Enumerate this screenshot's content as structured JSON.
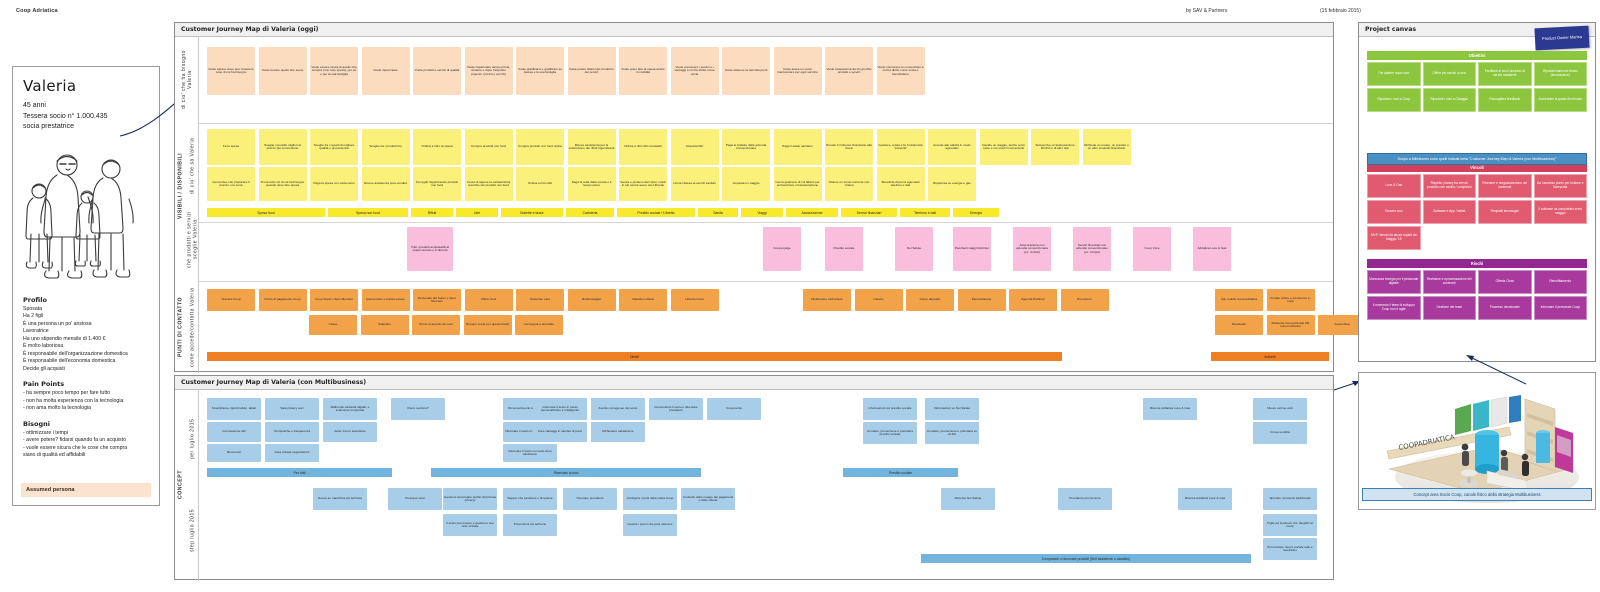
{
  "header": {
    "brand": "Coop Adriatica",
    "credit": "by SAV & Partners",
    "date": "(15 febbraio 2015)"
  },
  "persona": {
    "name": "Valeria",
    "age": "45 anni",
    "member_id": "Tessera socio n° 1.000.435",
    "role": "socia prestatrice",
    "profile_title": "Profilo",
    "profile_lines": [
      "Sposata",
      "Ha 2 figli",
      "È una persona un po' ansiosa",
      "Lavoratrice",
      "Ha uno stipendio mensile di 1.400 €",
      "È molto laboriosa",
      "È responsabile dell'organizzazione domestica",
      "È responsabile dell'economia domestica",
      "Decide gli acquisti"
    ],
    "pain_title": "Pain Points",
    "pain_lines": [
      "- ha sempre poco tempo per fare tutto",
      "- non ha molta esperienza con la tecnologia",
      "- non ama molto la tecnologia"
    ],
    "needs_title": "Bisogni",
    "needs_lines": [
      "- ottimizzare i tempi",
      "- avere potere? fidarsi quando fa un acquisto",
      "- vuole essere sicura che le cose che compra",
      "  siano di qualità ed affidabili"
    ],
    "footer": "Assumed persona"
  },
  "map_today": {
    "title": "Customer Journey Map di Valeria (oggi)",
    "lane_labels": {
      "needs": "di cio' che ha bisogno Valeria",
      "visible_group": "VISIBILI / DISPONIBILI",
      "visible_a": "di cio' che sa Valeria",
      "visible_b": "che prodotti e servizi sceglie Valeria",
      "touchpoints": "PUNTI DI CONTATTO",
      "touchpoints_sub": "come accede/contatta Valeria"
    },
    "needs_notes": [
      "Vuole sapere dove può trovare le cose di cui ha bisogno",
      "Vuole trovare quello che serve",
      "Vuole essere sicura di quello che compra (non solo spesa), per sé e per la sua famiglia",
      "Vuole risparmiare",
      "Vuole prodotti e servizi di qualità",
      "Vuole risparmiare tempo prima, durante e dopo l'acquisto (spesso i prezzi e servizi)",
      "Vuole gratificarsi e gratificare sé stessa e la sua famiglia",
      "Vuole potere fidarsi dei prodotti e dei servizi",
      "Vuole poter fare la spesa anche in mobilità",
      "Vuole conoscere i servizi e i vantaggi a cui ha diritto come socia",
      "Vuole ottenere la raccolta punti",
      "Vuole avere un unico interlocutore per ogni servizio",
      "Vuole trasparenza da chi gli offre prodotti e servizi",
      "Vuole conoscere le convenzioni a cui ha diritto come socia e beneficiarne"
    ],
    "visible_rows": [
      [
        "Fa la spesa",
        "Sceglie i prodotti migliori al prezzo più conveniente",
        "Sceglie tra i reparti di migliore qualità e provenienza",
        "Sceglie tra i prodotti bio",
        "Ordina a ritiro la spesa",
        "Compra prodotti non food",
        "Compra prodotti non food online",
        "Riceve assistenza per la sostituzione dei rifiuti ingombranti",
        "Ordina a ritiro libri scolastici",
        "Acquista libri",
        "Paga le bollette della azienda convenzionata",
        "Paga il totale sanitario",
        "Prende il rimborso finanziario alla Coop",
        "Gestisce, tutela e fa l'ortodonzia \"presenti\"",
        "Accede alle attività in modo agevolato",
        "Decide un viaggio, anche a più mete e con prezzi convenienti",
        "Sottoscrive un'assicurazione RC/CA e di altro tipo",
        "Richiede un mutuo, un prestito o un altro prodotto finanziario"
      ],
      [
        "Cerca idee che preparare il pranzo o la cena",
        "Trova tutto ciò di cui ha bisogno quando deve fare spesa",
        "Paga la spesa con carta socio",
        "Riceve assistenza post-vendita",
        "Fa regali risparmiando prodotti non food",
        "Cerca di sapere la caratteristica tecniche dei prodotti non food",
        "Ordina a ritiro libri",
        "Paga la retta della scuola e il tempo pieno",
        "Senza e prelievo dal conto i soldi in più senza avere via il libretto",
        "Limita l'attesa ai servizi sanitari",
        "Acquista un viaggio",
        "Cerca qualcuno di cui fidarsi per sottoscrivere un'assicurazione",
        "Ottiene un conto corrente con Unipol",
        "Beneficia di premi agevolati telefono e dati",
        "Risparmia su energia e gas"
      ]
    ],
    "category_bars": [
      "Spesa food",
      "Spesa non food",
      "Rifiuti",
      "Libri",
      "Bollette e tasse",
      "Cartoleria",
      "Prestito sociale / Libretto",
      "Sanità",
      "Viaggi",
      "Assicurazione",
      "Servizi finanziari",
      "Telefono e dati",
      "Energia"
    ],
    "pink_notes": [
      "Tutti i prodotti acquistabili al supermercato e in libreria",
      "Coopvoyage",
      "Prestito sociale",
      "Noi Salute",
      "Pacchetti viaggi Robintur",
      "Assicurazione con azienda convenzionata (es. Unisar)",
      "Servizi finanziari con aziende convenzionate (es. Unipol)",
      "Coop Voce",
      "Adriatica Luce & Gas"
    ],
    "touchpoints": [
      [
        "Tessera Coop",
        "Punto di pagamento Coop",
        "Coop Super i-Sper Mercato",
        "Ipermercato e Cassa veloce",
        "Personale del Super e Sper Mercato",
        "Ufficio Soci",
        "Customer care",
        "Rimborsaggio",
        "Volantino offerte",
        "Libreria Coop"
      ],
      [
        "Casse",
        "Volantino",
        "Punto di ascolto dei soci",
        "Numero verde per quesiti diretti",
        "Consegna a domicilio"
      ]
    ],
    "touchpoints_right": [
      [
        "Distributore carburante",
        "Libretto",
        "Conto deposito",
        "Farmaciamica",
        "Agenzia Robintur",
        "Promotore"
      ],
      [
        "App mobile Coop Adriatica",
        "Portale online e-commerce e-coop"
      ],
      [
        "Newsletter",
        "Divisione convenzionati UR numeri all'anno",
        "Assemblea"
      ]
    ],
    "bottom_bars": [
      "Diretti",
      "Indiretti"
    ]
  },
  "map_future": {
    "title": "Customer Journey Map di Valeria (con Multibusiness)",
    "lane_label": "CONCEPT",
    "period_1": "per luglio 2015",
    "period_2": "step luglio 2015",
    "blue_rows_top": [
      [
        "Smartphone, tipo/di tablet, tablet",
        "Sala privacy soci",
        "Rafforzati editoriali digitali, e scansione temporale",
        "Dov'è sezione?",
        "Riconoscimento socio / Tessera",
        "Informare il socio in modo personalizzato e intelligente",
        "Ascolto omogeneo del socio",
        "Convenzioni il socio e diventare prestatore",
        "Cosa pensi"
      ],
      [
        "Connessione wifi",
        "Tempistiche e trasparenza",
        "Aiuto. Fa un assistente",
        "Informare il socio in modo attraverso",
        "Fare vantaggi in cambio di punti",
        "Richiedere valutazione"
      ],
      [
        "Benvenuti",
        "Area privata negoziazioni",
        "Informare il socio con auto di un assistente"
      ]
    ],
    "blue_bars_top": [
      "Per tutti",
      "Riservato ai soci",
      "Prestito sociale"
    ],
    "blue_right_top": [
      "Informazioni sul prestito sociale",
      "Informazioni su Noi Salute",
      "Contatto, promozione e prioritaria prestito sociale",
      "Contatto, promozione e prioritaria su Al.&G",
      "Ricerca Adriatica Luce & Gas",
      "Nuove vetrine web",
      "Cross-vendita"
    ],
    "blue_rows_bottom": [
      [
        "Nuova su macchina sul territorio",
        "Ovunque sono",
        "Gestione del proprio profilo di (inclusa privacy)",
        "Sapere che assistere e di quante",
        "Ovunque prestatore",
        "Configura i punti della Carta Coop",
        "Controllo delle mappe dei pagamenti e delle offerte",
        "Rimorso Noi Salute",
        "Prestatore promozione",
        "Ricerca Adriatica Luce & Gas",
        "Sportelo i processi tradizionali"
      ],
      [
        "Il socio può essere e gestire le sue note virtuale",
        "Promozioni sul territorio",
        "Gestire i premi che puoi ottenere",
        "Figlio ed business non tangibili al Coop",
        "Promozione nuovo portale web e newsletter"
      ]
    ],
    "blue_bar_bottom": "Comparare o rinnovare prodotti (Self assistente o assistito)"
  },
  "project_canvas": {
    "title": "Project canvas",
    "owner_box": "Product Owner Marisa",
    "groups": [
      {
        "name": "Obiettivi",
        "color": "#8cc63f",
        "cells": [
          "Far aderire nuovi soci",
          "Offrire più servizi ai soci",
          "Facilitare ai soci l'accesso ai servizi assistenti",
          "Riposizionamento brand (innovazione)",
          "Riportare i soci a Coop",
          "Riportare i soci a Chiaggia",
          "Raccogliere feedback",
          "Aumentare la quota di mercato"
        ]
      },
      {
        "name": "Vincoli",
        "color": "#d1405a",
        "cells": [
          "Luce & Gas",
          "Rispetto privacy tra servizi prodotto non vanilla / complessi",
          "Rivedere e riorganizzazione dei contenuti",
          "Da l'accesso punto per bottone e fioriryonta",
          "Tessera soci",
          "Software e App / tablet",
          "Requisiti tecnologici",
          "Il software va completato entro maggio",
          "MVP: tenuto da alcuni reparti da Maggio '15"
        ]
      },
      {
        "name": "Rischi",
        "color": "#92278f",
        "cells": [
          "Mancanza energia per il personale digitale",
          "Revisione e riprocessazione dei contenuti",
          "Offerta Clear",
          "Retrofittamento",
          "Il momento il team di sviluppo Coop non è agile",
          "Gestione dei team",
          "Processo decisionale",
          "Informare il personale Coop"
        ]
      }
    ],
    "banner": "Scopo a Milestones sono quelli indicati nella \"Customer Journey Map di Valeria (con Multibusiness)\""
  },
  "photo": {
    "caption": "Concept area Socio Coop, canale fisico della strategia Multibusiness",
    "alt": "render-3d-negozio"
  }
}
